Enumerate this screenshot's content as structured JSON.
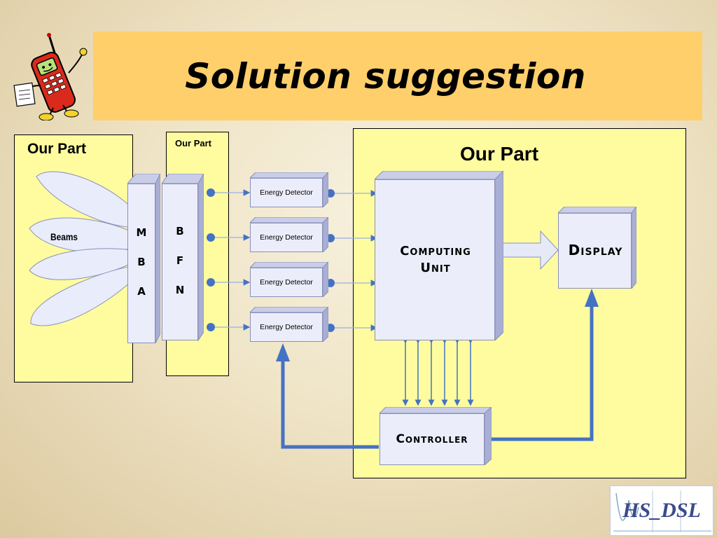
{
  "slide": {
    "title": "Solution suggestion"
  },
  "left_panel": {
    "label": "Our Part",
    "beams_label": "Beams"
  },
  "middle_panel": {
    "label": "Our Part"
  },
  "right_panel": {
    "label": "Our Part"
  },
  "mba": {
    "letters": [
      "M",
      "B",
      "A"
    ]
  },
  "bfn": {
    "letters": [
      "B",
      "F",
      "N"
    ]
  },
  "energy_detectors": [
    {
      "label": "Energy Detector"
    },
    {
      "label": "Energy Detector"
    },
    {
      "label": "Energy Detector"
    },
    {
      "label": "Energy Detector"
    }
  ],
  "computing_unit": {
    "line1": "Computing",
    "line2": "Unit"
  },
  "display": {
    "label": "Display"
  },
  "controller": {
    "label": "Controller"
  },
  "logo": {
    "text": "HS_DSL"
  },
  "colors": {
    "title_bar": "#fecf6b",
    "panel_fill": "#fffca0",
    "box_fill": "#ebedfa",
    "arrow_blue": "#4472c4",
    "background": "#efe4c6"
  }
}
